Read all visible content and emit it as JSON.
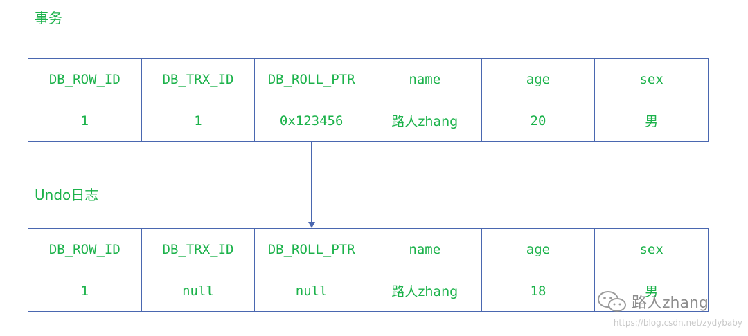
{
  "titles": {
    "transaction": "事务",
    "undo": "Undo日志"
  },
  "columns": [
    "DB_ROW_ID",
    "DB_TRX_ID",
    "DB_ROLL_PTR",
    "name",
    "age",
    "sex"
  ],
  "transaction_row": [
    "1",
    "1",
    "0x123456",
    "路人zhang",
    "20",
    "男"
  ],
  "undo_row": [
    "1",
    "null",
    "null",
    "路人zhang",
    "18",
    "男"
  ],
  "watermark": {
    "name": "路人zhang",
    "url": "https://blog.csdn.net/zydybaby"
  },
  "colors": {
    "text": "#1bb24a",
    "border": "#4a67b0",
    "arrow": "#4a67b0"
  },
  "icons": {
    "watermark": "wechat-icon"
  }
}
